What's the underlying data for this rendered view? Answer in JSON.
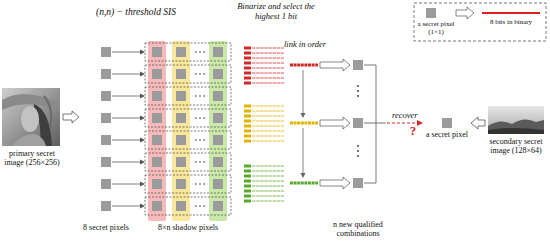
{
  "diagram": {
    "nodes": [
      {
        "text": [
          "primary secret image (256×256)"
        ]
      },
      {
        "text": [
          "8 secret pixels"
        ]
      },
      {
        "text": [
          "8×n shadow pixels"
        ]
      },
      {
        "text": [
          "n new qualified combinations"
        ]
      },
      {
        "text": [
          "a secret pixel"
        ]
      },
      {
        "text": [
          "secondary secret image (128×64)"
        ]
      }
    ],
    "edges": [
      {
        "from": 0,
        "to": 1,
        "arrow": "to"
      },
      {
        "from": 3,
        "to": 4,
        "label": "recover",
        "arrow": "to"
      },
      {
        "from": 5,
        "to": 4,
        "arrow": "to"
      }
    ],
    "labels": [
      "(n,n) − threshold SIS",
      "Binarize and select the highest 1 bit",
      "link in order",
      "?"
    ],
    "legend": [
      {
        "text": "a secret pixel (1×1)",
        "color": "#9b9b9b"
      },
      {
        "text": "8 bits in binary"
      }
    ]
  }
}
